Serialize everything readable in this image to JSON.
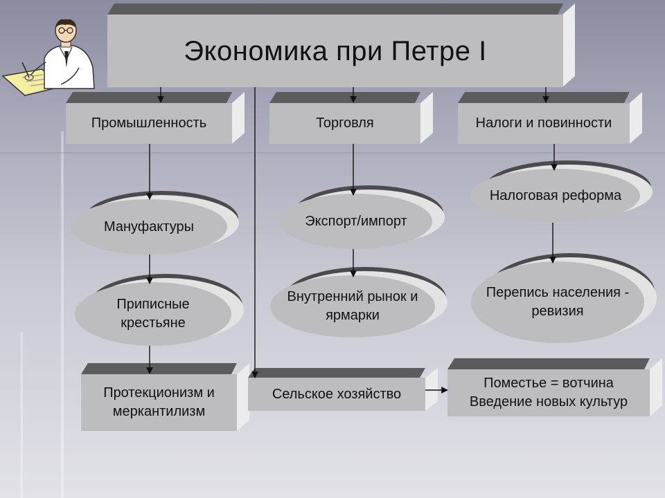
{
  "title": "Экономика при Петре I",
  "columns": [
    {
      "header": "Промышленность",
      "items": [
        "Мануфактуры",
        "Приписные крестьяне",
        "Протекционизм и меркантилизм"
      ]
    },
    {
      "header": "Торговля",
      "items": [
        "Экспорт/импорт",
        "Внутренний рынок и ярмарки"
      ]
    },
    {
      "header": "Налоги и повинности",
      "items": [
        "Налоговая реформа",
        "Перепись населения - ревизия"
      ]
    }
  ],
  "agriculture": {
    "label": "Сельское хозяйство",
    "result_line1": "Поместье = вотчина",
    "result_line2": "Введение новых культур"
  },
  "mascot": "scholar-writing-clipart",
  "colors": {
    "box_face": "#bdbdbf",
    "box_top": "#5c5c5f",
    "box_side": "#ececec",
    "arrow": "#111111"
  }
}
